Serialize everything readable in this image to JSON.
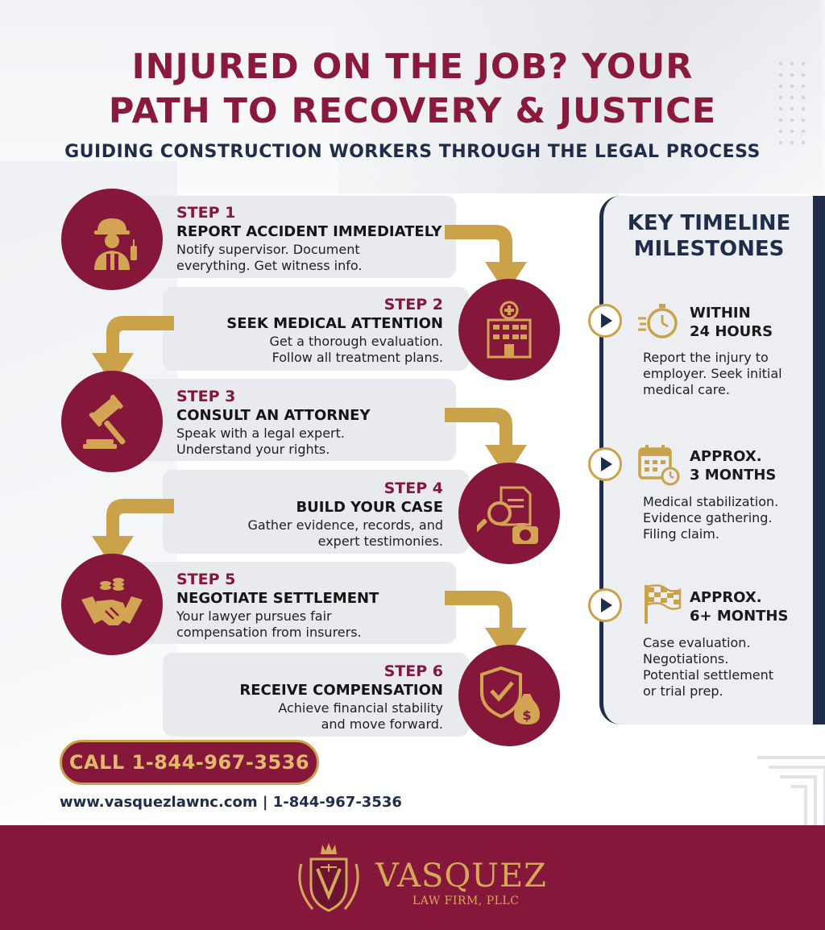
{
  "header": {
    "title_line_1": "INJURED ON THE JOB? YOUR",
    "title_line_2": "PATH TO RECOVERY & JUSTICE",
    "subtitle": "GUIDING CONSTRUCTION WORKERS THROUGH THE LEGAL PROCESS"
  },
  "steps": [
    {
      "label": "STEP 1",
      "title": "REPORT ACCIDENT IMMEDIATELY",
      "desc_1": "Notify supervisor. Document",
      "desc_2": "everything. Get witness info.",
      "icon": "construction-worker-icon"
    },
    {
      "label": "STEP 2",
      "title": "SEEK MEDICAL ATTENTION",
      "desc_1": "Get a thorough evaluation.",
      "desc_2": "Follow all treatment plans.",
      "icon": "hospital-icon"
    },
    {
      "label": "STEP 3",
      "title": "CONSULT AN ATTORNEY",
      "desc_1": "Speak with a legal expert.",
      "desc_2": "Understand your rights.",
      "icon": "gavel-icon"
    },
    {
      "label": "STEP 4",
      "title": "BUILD YOUR CASE",
      "desc_1": "Gather evidence, records, and",
      "desc_2": "expert testimonies.",
      "icon": "evidence-magnifier-icon"
    },
    {
      "label": "STEP 5",
      "title": "NEGOTIATE SETTLEMENT",
      "desc_1": "Your lawyer pursues fair",
      "desc_2": "compensation from insurers.",
      "icon": "handshake-icon"
    },
    {
      "label": "STEP 6",
      "title": "RECEIVE COMPENSATION",
      "desc_1": "Achieve financial stability",
      "desc_2": "and move forward.",
      "icon": "shield-money-icon"
    }
  ],
  "timeline": {
    "title_1": "KEY TIMELINE",
    "title_2": "MILESTONES",
    "milestones": [
      {
        "head_1": "WITHIN",
        "head_2": "24 HOURS",
        "desc_1": "Report the injury to",
        "desc_2": "employer. Seek initial",
        "desc_3": "medical care.",
        "desc_4": "",
        "icon": "stopwatch-icon"
      },
      {
        "head_1": "APPROX.",
        "head_2": "3 MONTHS",
        "desc_1": "Medical stabilization.",
        "desc_2": "Evidence gathering.",
        "desc_3": "Filing claim.",
        "desc_4": "",
        "icon": "calendar-icon"
      },
      {
        "head_1": "APPROX.",
        "head_2": "6+ MONTHS",
        "desc_1": "Case evaluation.",
        "desc_2": "Negotiations.",
        "desc_3": "Potential settlement",
        "desc_4": "or trial prep.",
        "icon": "checkered-flag-icon"
      }
    ]
  },
  "cta": {
    "call_label": "CALL 1-844-967-3536",
    "contact_line": "www.vasquezlawnc.com | 1-844-967-3536"
  },
  "footer": {
    "brand": "VASQUEZ",
    "sub": "LAW FIRM, PLLC"
  },
  "colors": {
    "maroon": "#85183a",
    "navy": "#1f2d4a",
    "gold": "#c9a24a",
    "card_gray": "#e9eaee"
  }
}
